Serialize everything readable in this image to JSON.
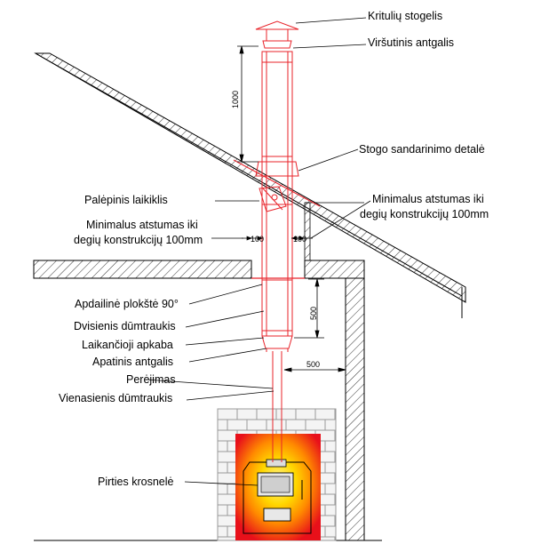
{
  "labels": {
    "kritulu_stogelis": "Kritulių stogelis",
    "virsutinis_antgalis": "Viršutinis antgalis",
    "stogo_sandarinimo": "Stogo sandarinimo detalė",
    "palepinis_laikiklis": "Palėpinis laikiklis",
    "min_dist_left_1": "Minimalus atstumas iki",
    "min_dist_left_2": "degių konstrukcijų 100mm",
    "min_dist_right_1": "Minimalus atstumas iki",
    "min_dist_right_2": "degių konstrukcijų 100mm",
    "apdailine_plokste": "Apdailinė plokštė 90°",
    "dvisienis": "Dvisienis dūmtraukis",
    "laikancioji_apkaba": "Laikančioji apkaba",
    "apatinis_antgalis": "Apatinis antgalis",
    "perejimas": "Perėjimas",
    "vienasienis": "Vienasienis dūmtraukis",
    "pirties_krosnele": "Pirties krosnelė"
  },
  "dimensions": {
    "above_roof": "1000",
    "gap_left": "100",
    "gap_right": "100",
    "below_ceiling": "500",
    "to_wall": "500"
  },
  "colors": {
    "chimney": "#e8232a",
    "line": "#000000",
    "hatch": "#000000",
    "fire_outer": "#e8101a",
    "fire_inner": "#ffd800",
    "brick": "#b8b8b8"
  }
}
